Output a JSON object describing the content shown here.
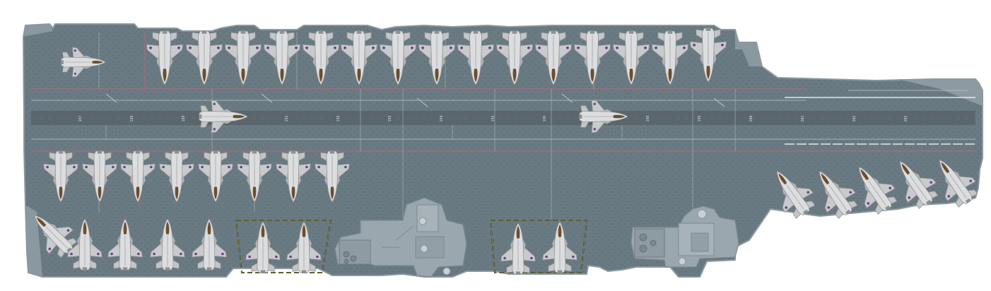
{
  "scene": {
    "subject": "",
    "colors": {
      "background": "#ffffff",
      "deck": "#6a7a82",
      "deck_edge": "#8a989f",
      "deck_dot": "#5b6a72",
      "runway_strip": "#5a666c",
      "red_line": "#a86a78",
      "white_line": "#d6dce0",
      "yellow_dash": "#b8b04a",
      "island": "#9aa7ae",
      "island_dark": "#7d8a91",
      "jet_light": "#d9dadb",
      "jet_mid": "#b9babc",
      "jet_dark": "#8e8f92",
      "jet_nose": "#6b4e2e",
      "jet_accent": "#6b3f8a"
    }
  },
  "runway_numbers": [
    "187",
    "188",
    "189",
    "190",
    "191",
    "192",
    "193",
    "194",
    "195",
    "196",
    "197",
    "198",
    "199",
    "200",
    "201",
    "202",
    "203"
  ],
  "jets": {
    "parked_top_count": 15,
    "parked_mid_count": 8,
    "parked_bottom_left_count": 7,
    "parked_bottom_island_count": 2,
    "parked_bow_count": 5,
    "runway_count": 3
  }
}
